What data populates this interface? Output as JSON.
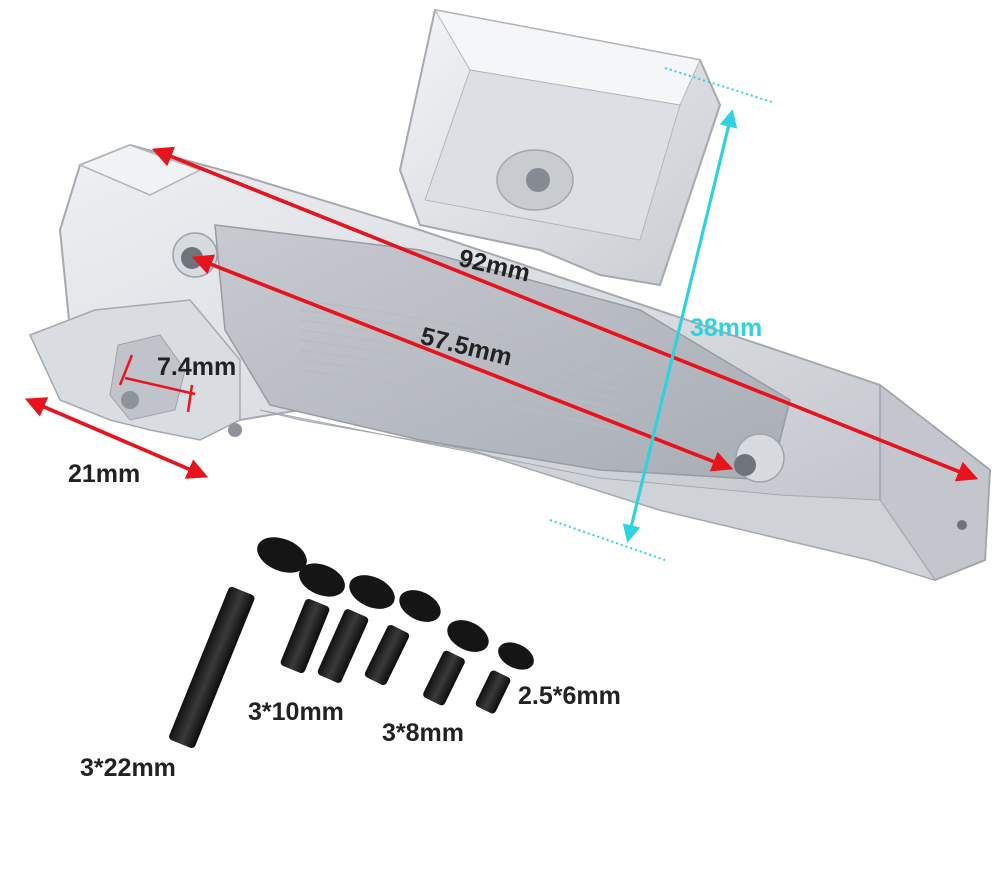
{
  "colors": {
    "dimension_red": "#e8141d",
    "dimension_cyan": "#2ed3df",
    "metal_light": "#e4e6ea",
    "metal_mid": "#c9ccd2",
    "metal_dark": "#9ea2aa",
    "screw_black": "#1b1b1b",
    "text_dark": "#222222"
  },
  "dimensions": {
    "length_overall": "92mm",
    "hole_spacing": "57.5mm",
    "height": "38mm",
    "slot_width": "7.4mm",
    "tab_width": "21mm"
  },
  "screws": [
    {
      "size": "3*22mm"
    },
    {
      "size": "3*10mm"
    },
    {
      "size": "3*8mm"
    },
    {
      "size": "2.5*6mm"
    }
  ]
}
